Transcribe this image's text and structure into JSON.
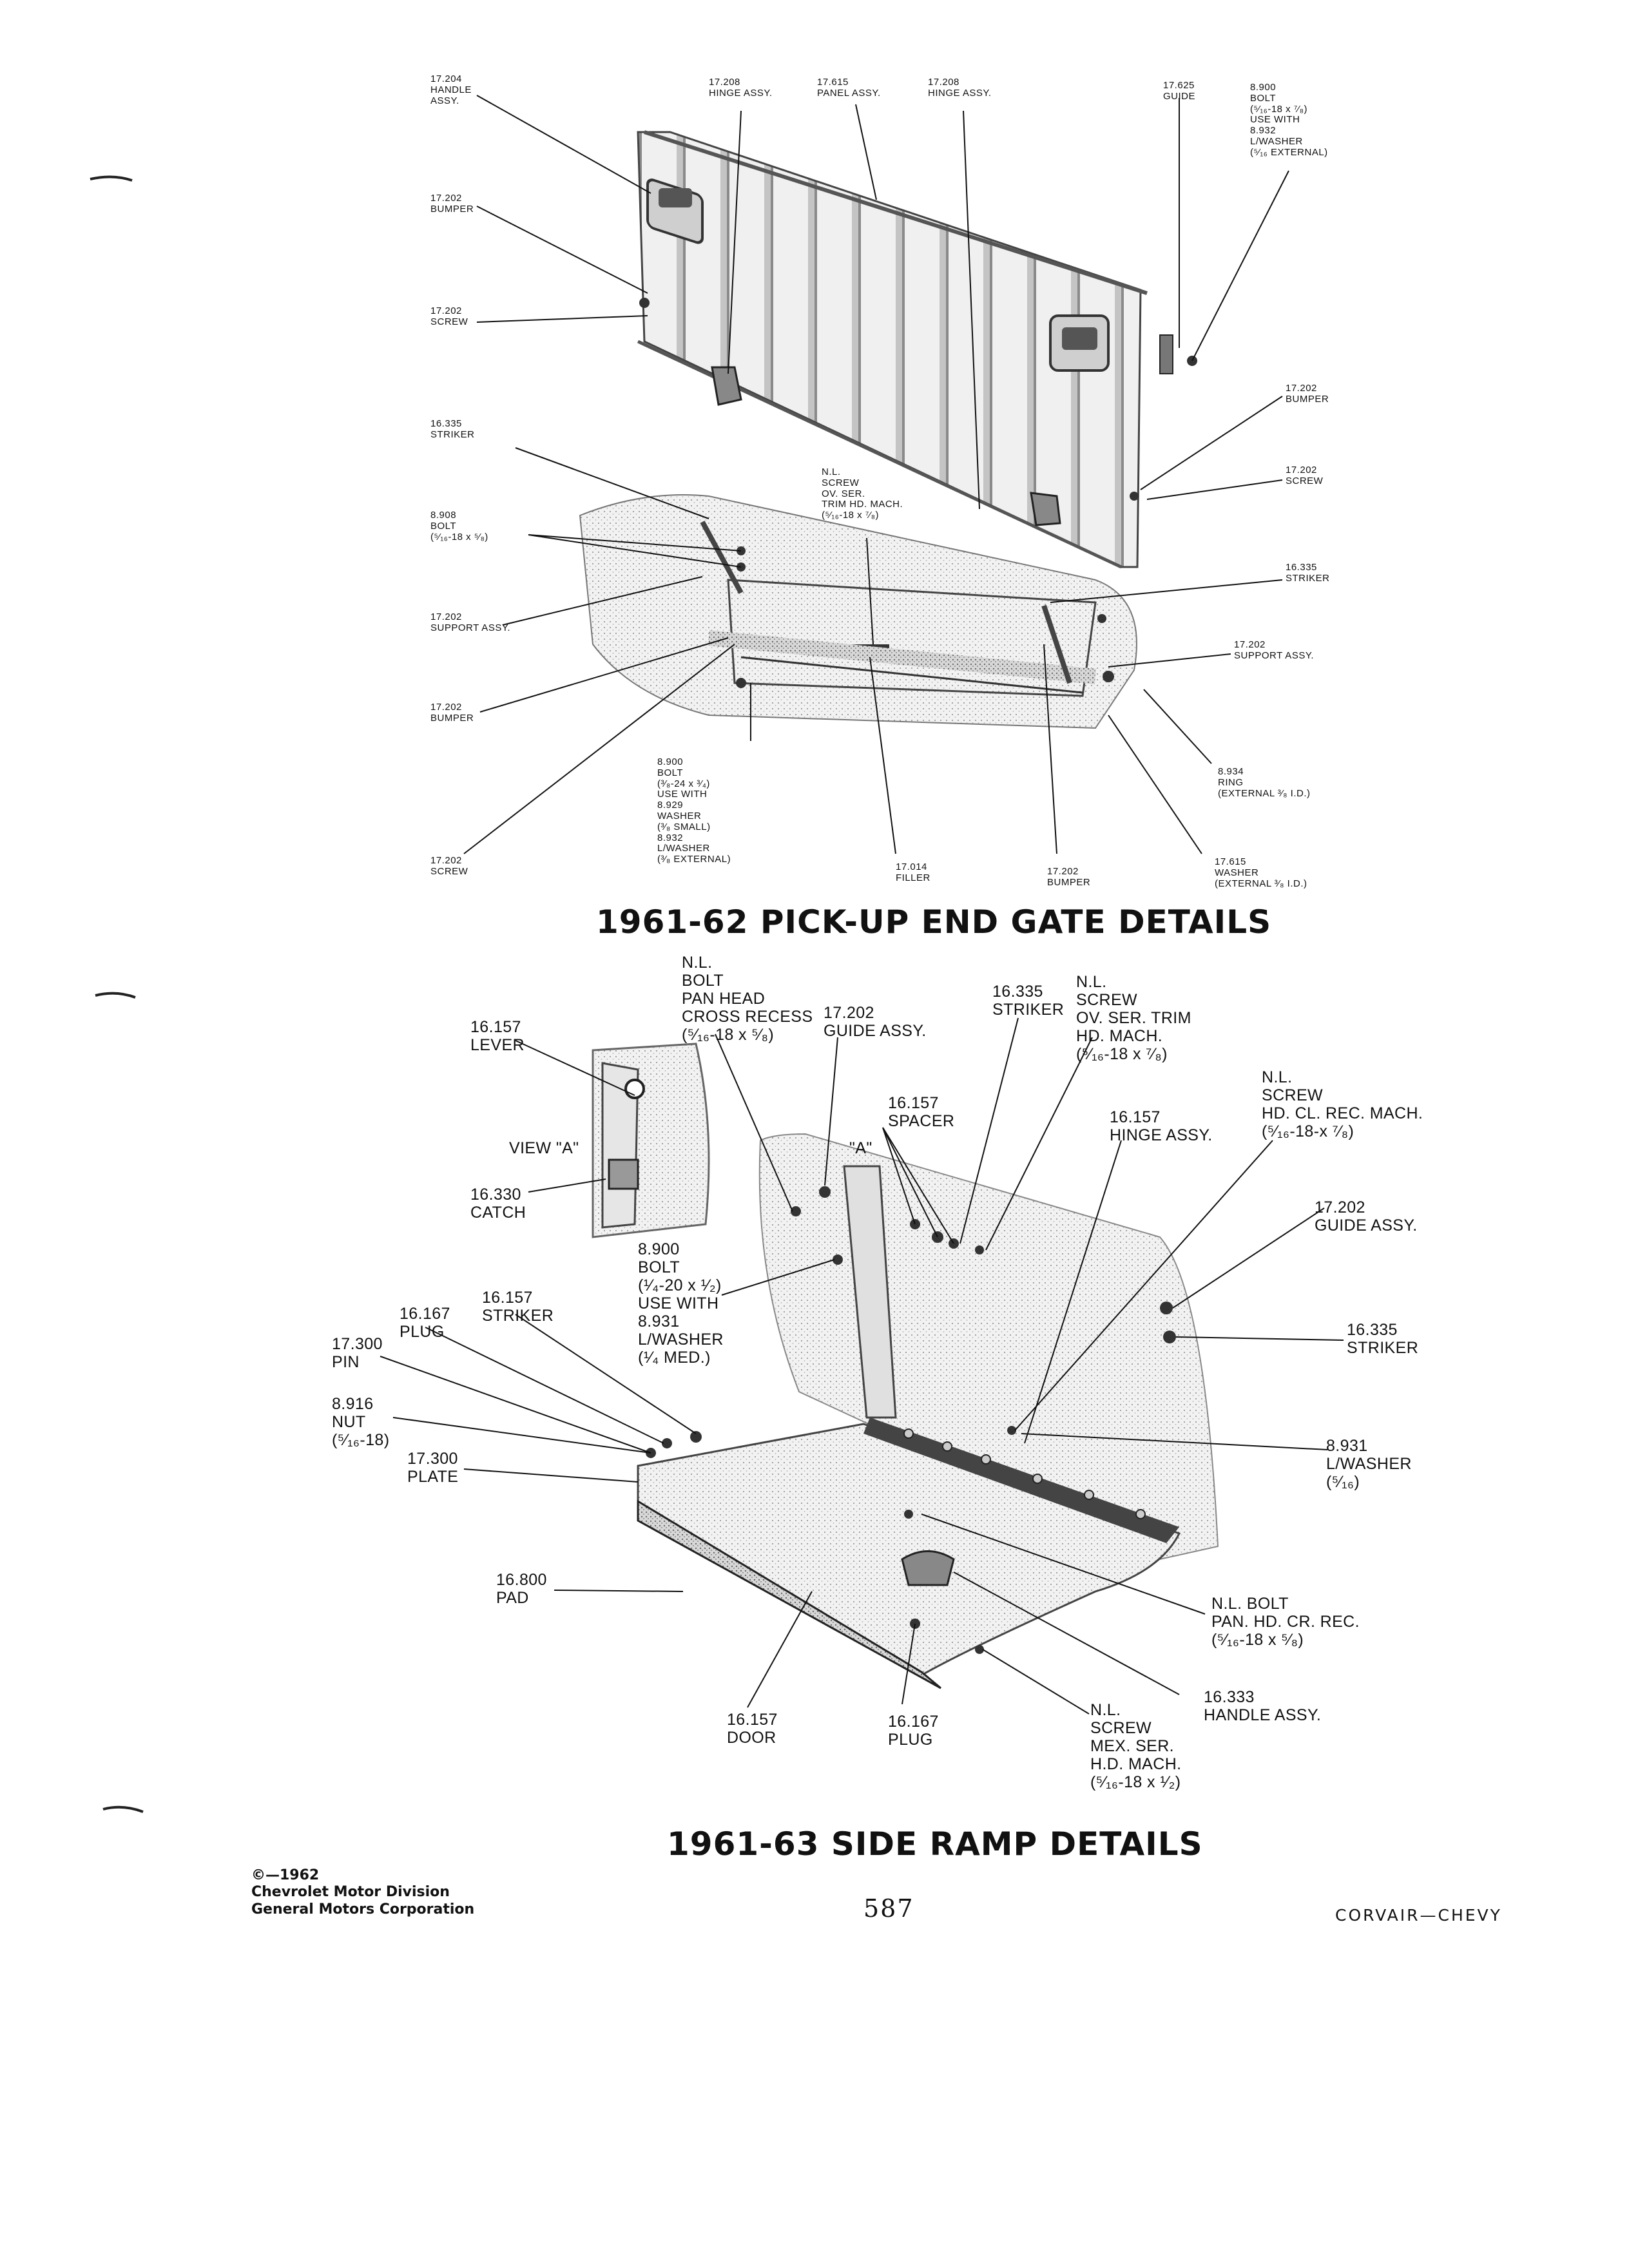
{
  "top_section": {
    "title": "1961-62 PICK-UP END GATE DETAILS",
    "labels": {
      "l01": "17.204\nHANDLE\nASSY.",
      "l02": "17.208\nHINGE ASSY.",
      "l03": "17.615\nPANEL ASSY.",
      "l04": "17.208\nHINGE ASSY.",
      "l05": "17.625\nGUIDE",
      "l06": "8.900\nBOLT\n(⁵⁄₁₆-18 x ⁷⁄₈)\nUSE WITH\n8.932\nL/WASHER\n(⁵⁄₁₆ EXTERNAL)",
      "l07": "17.202\nBUMPER",
      "l08": "17.202\nSCREW",
      "l09": "17.202\nBUMPER",
      "l10": "17.202\nSCREW",
      "l11": "16.335\nSTRIKER",
      "l12": "N.L.\nSCREW\nOV. SER.\nTRIM HD. MACH.\n(⁵⁄₁₆-18 x ⁷⁄₈)",
      "l13": "8.908\nBOLT\n(⁵⁄₁₆-18 x ⁵⁄₈)",
      "l14": "16.335\nSTRIKER",
      "l15": "17.202\nSUPPORT ASSY.",
      "l16": "17.202\nSUPPORT ASSY.",
      "l17": "17.202\nBUMPER",
      "l18": "8.900\nBOLT\n(³⁄₈-24 x ³⁄₄)\nUSE WITH\n8.929\nWASHER\n(³⁄₈ SMALL)\n8.932\nL/WASHER\n(³⁄₈ EXTERNAL)",
      "l19": "8.934\nRING\n(EXTERNAL ³⁄₈ I.D.)",
      "l20": "17.202\nSCREW",
      "l21": "17.014\nFILLER",
      "l22": "17.202\nBUMPER",
      "l23": "17.615\nWASHER\n(EXTERNAL ³⁄₈ I.D.)"
    }
  },
  "bottom_section": {
    "title": "1961-63 SIDE RAMP DETAILS",
    "labels": {
      "m01": "N.L.\nBOLT\nPAN HEAD\nCROSS RECESS\n(⁵⁄₁₆-18 x ⁵⁄₈)",
      "m02": "17.202\nGUIDE ASSY.",
      "m03": "16.335\nSTRIKER",
      "m04": "N.L.\nSCREW\nOV. SER. TRIM\nHD. MACH.\n(⁵⁄₁₆-18 x ⁷⁄₈)",
      "m05": "16.157\nLEVER",
      "m06": "16.157\nSPACER",
      "m07": "N.L.\nSCREW\nHD. CL. REC. MACH.\n(⁵⁄₁₆-18-x ⁷⁄₈)",
      "m08": "16.157\nHINGE ASSY.",
      "m09": "VIEW \"A\"",
      "m10": "\"A\"",
      "m11": "16.330\nCATCH",
      "m12": "17.202\nGUIDE ASSY.",
      "m13": "8.900\nBOLT\n(¹⁄₄-20 x ¹⁄₂)\nUSE WITH\n8.931\nL/WASHER\n(¹⁄₄ MED.)",
      "m14": "16.157\nSTRIKER",
      "m15": "16.167\nPLUG",
      "m16": "17.300\nPIN",
      "m17": "16.335\nSTRIKER",
      "m18": "8.916\nNUT\n(⁵⁄₁₆-18)",
      "m19": "8.931\nL/WASHER\n(⁵⁄₁₆)",
      "m20": "17.300\nPLATE",
      "m21": "16.800\nPAD",
      "m22": "N.L. BOLT\nPAN. HD. CR. REC.\n(⁵⁄₁₆-18 x ⁵⁄₈)",
      "m23": "16.333\nHANDLE ASSY.",
      "m24": "16.157\nDOOR",
      "m25": "16.167\nPLUG",
      "m26": "N.L.\nSCREW\nMEX. SER.\nH.D. MACH.\n(⁵⁄₁₆-18 x ¹⁄₂)"
    }
  },
  "footer": {
    "copyright": "©—1962\nChevrolet Motor Division\nGeneral Motors Corporation",
    "page_number": "587",
    "brand": "CORVAIR—CHEVY"
  }
}
